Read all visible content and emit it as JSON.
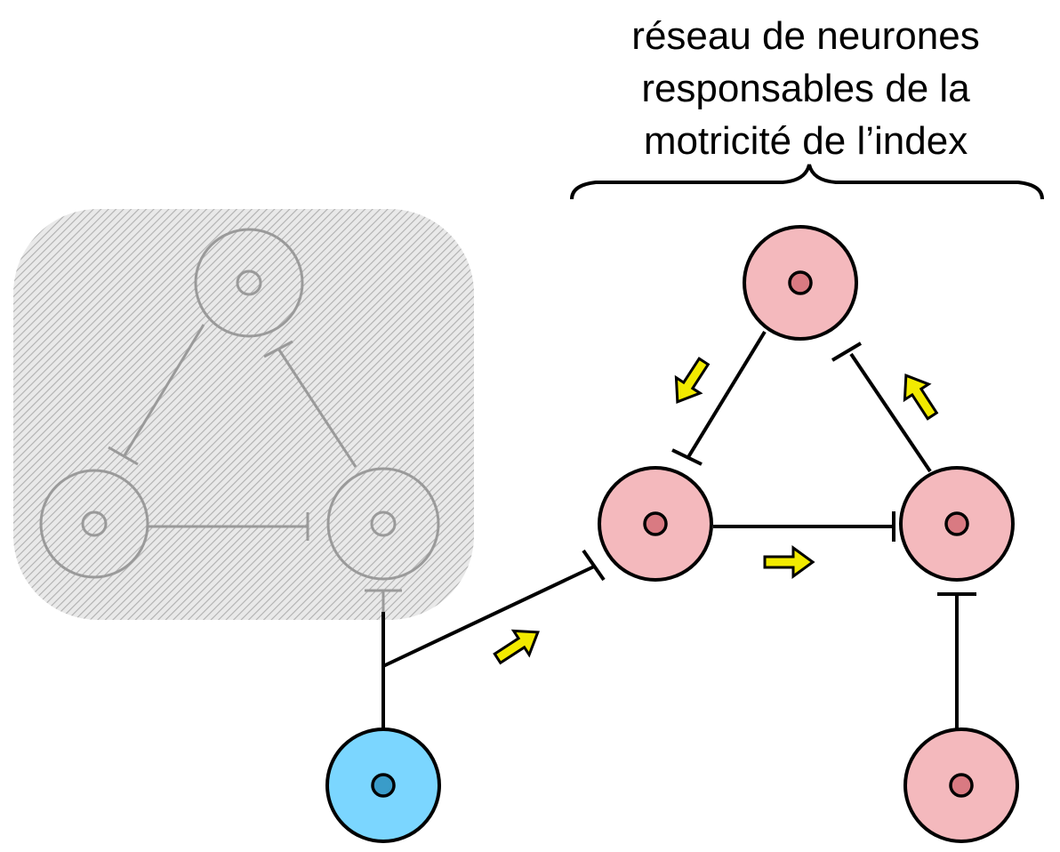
{
  "title": {
    "lines": [
      "réseau de neurones",
      "responsables de la",
      "motricité de l’index"
    ]
  },
  "colors": {
    "stroke": "#000000",
    "pink_neuron_fill": "#f4b9bd",
    "pink_nucleus_fill": "#d97a82",
    "blue_neuron_fill": "#7bd6ff",
    "blue_nucleus_fill": "#3a9cc9",
    "arrow_fill": "#f2ea00",
    "faded_stroke": "#9a9a9a",
    "hatch_region_color": "#bdbdbd"
  },
  "neurons": {
    "faded": [
      "faded-top",
      "faded-left",
      "faded-right"
    ],
    "active_network": [
      "pink-top",
      "pink-left",
      "pink-right"
    ],
    "inhibitory_input": "blue-bottom",
    "motor_output": "pink-bottom-right"
  },
  "icons": {
    "activity_arrow": "yellow-arrow-icon",
    "inhibitory_synapse": "t-bar-terminal-icon"
  }
}
